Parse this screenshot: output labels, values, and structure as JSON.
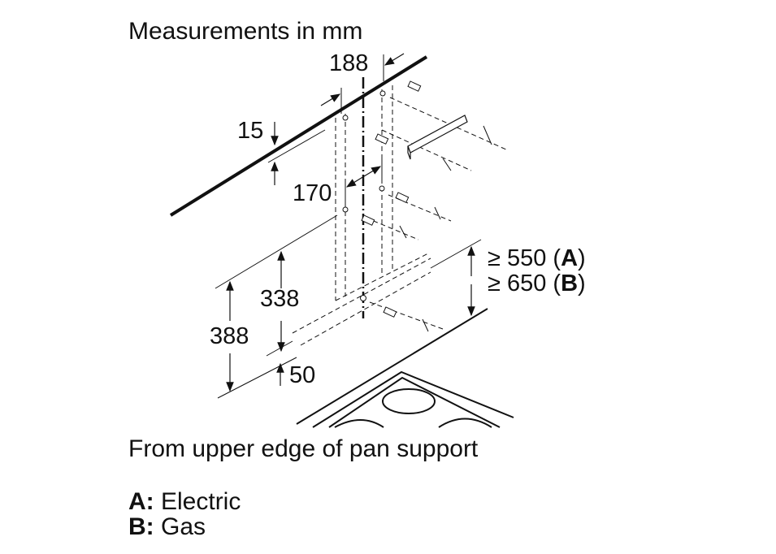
{
  "title": "Measurements in mm",
  "dimensions": {
    "d188": "188",
    "d15": "15",
    "d170": "170",
    "d338": "338",
    "d388": "388",
    "d50": "50",
    "minA_prefix": "≥ 550 (",
    "minA_letter": "A",
    "minA_suffix": ")",
    "minB_prefix": "≥ 650 (",
    "minB_letter": "B",
    "minB_suffix": ")"
  },
  "note": "From upper edge of pan support",
  "legend": [
    {
      "key": "A:",
      "value": "Electric"
    },
    {
      "key": "B:",
      "value": "Gas"
    }
  ]
}
